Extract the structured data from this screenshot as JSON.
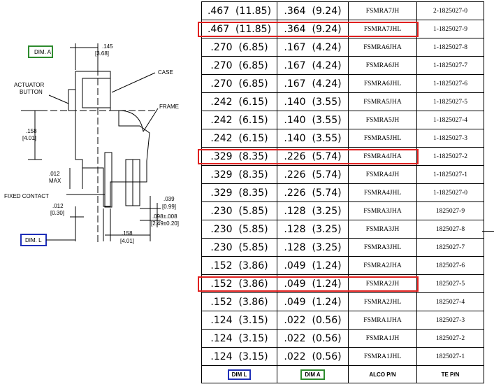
{
  "drawing": {
    "dim_a_label": "DIM. A",
    "dim_l_label": "DIM. L",
    "case_label": "CASE",
    "actuator_label_1": "ACTUATOR",
    "actuator_label_2": "BUTTON",
    "frame_label": "FRAME",
    "fixed_contact_label": "FIXED CONTACT",
    "dim_145_in": ".145",
    "dim_145_mm": "[3.68]",
    "dim_158a_in": ".158",
    "dim_158a_mm": "[4.01]",
    "dim_012a_in": ".012",
    "dim_012a_note": "MAX",
    "dim_012b_in": ".012",
    "dim_012b_mm": "[0.30]",
    "dim_039_in": ".039",
    "dim_039_mm": "[0.99]",
    "dim_098_in": ".098±.008",
    "dim_098_mm": "[2.49±0.20]",
    "dim_158b_in": ".158",
    "dim_158b_mm": "[4.01]",
    "colors": {
      "dim_a_box": "#2e8b2e",
      "dim_l_box": "#1f2fb8",
      "highlight": "#e0201f"
    }
  },
  "table": {
    "rows": [
      {
        "diml": ".467  (11.85)",
        "dima": ".364  (9.24)",
        "alco": "FSMRA7JH",
        "te": "2-1825027-0"
      },
      {
        "diml": ".467  (11.85)",
        "dima": ".364  (9.24)",
        "alco": "FSMRA7JHL",
        "te": "1-1825027-9"
      },
      {
        "diml": ".270  (6.85)",
        "dima": ".167  (4.24)",
        "alco": "FSMRA6JHA",
        "te": "1-1825027-8"
      },
      {
        "diml": ".270  (6.85)",
        "dima": ".167  (4.24)",
        "alco": "FSMRA6JH",
        "te": "1-1825027-7"
      },
      {
        "diml": ".270  (6.85)",
        "dima": ".167  (4.24)",
        "alco": "FSMRA6JHL",
        "te": "1-1825027-6"
      },
      {
        "diml": ".242  (6.15)",
        "dima": ".140  (3.55)",
        "alco": "FSMRA5JHA",
        "te": "1-1825027-5"
      },
      {
        "diml": ".242  (6.15)",
        "dima": ".140  (3.55)",
        "alco": "FSMRA5JH",
        "te": "1-1825027-4"
      },
      {
        "diml": ".242  (6.15)",
        "dima": ".140  (3.55)",
        "alco": "FSMRA5JHL",
        "te": "1-1825027-3"
      },
      {
        "diml": ".329  (8.35)",
        "dima": ".226  (5.74)",
        "alco": "FSMRA4JHA",
        "te": "1-1825027-2"
      },
      {
        "diml": ".329  (8.35)",
        "dima": ".226  (5.74)",
        "alco": "FSMRA4JH",
        "te": "1-1825027-1"
      },
      {
        "diml": ".329  (8.35)",
        "dima": ".226  (5.74)",
        "alco": "FSMRA4JHL",
        "te": "1-1825027-0"
      },
      {
        "diml": ".230  (5.85)",
        "dima": ".128  (3.25)",
        "alco": "FSMRA3JHA",
        "te": "1825027-9"
      },
      {
        "diml": ".230  (5.85)",
        "dima": ".128  (3.25)",
        "alco": "FSMRA3JH",
        "te": "1825027-8"
      },
      {
        "diml": ".230  (5.85)",
        "dima": ".128  (3.25)",
        "alco": "FSMRA3JHL",
        "te": "1825027-7"
      },
      {
        "diml": ".152  (3.86)",
        "dima": ".049  (1.24)",
        "alco": "FSMRA2JHA",
        "te": "1825027-6"
      },
      {
        "diml": ".152  (3.86)",
        "dima": ".049  (1.24)",
        "alco": "FSMRA2JH",
        "te": "1825027-5"
      },
      {
        "diml": ".152  (3.86)",
        "dima": ".049  (1.24)",
        "alco": "FSMRA2JHL",
        "te": "1825027-4"
      },
      {
        "diml": ".124  (3.15)",
        "dima": ".022  (0.56)",
        "alco": "FSMRA1JHA",
        "te": "1825027-3"
      },
      {
        "diml": ".124  (3.15)",
        "dima": ".022  (0.56)",
        "alco": "FSMRA1JH",
        "te": "1825027-2"
      },
      {
        "diml": ".124  (3.15)",
        "dima": ".022  (0.56)",
        "alco": "FSMRA1JHL",
        "te": "1825027-1"
      }
    ],
    "header": {
      "diml": "DIM L",
      "dima": "DIM A",
      "alco": "ALCO P/N",
      "te": "TE P/N"
    },
    "highlighted_row_indices": [
      1,
      8,
      15
    ]
  }
}
